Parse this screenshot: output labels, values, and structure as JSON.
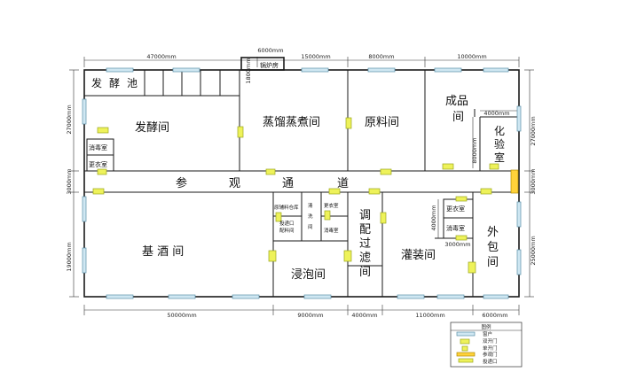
{
  "dimensions": {
    "top_1": "47000mm",
    "top_2": "6000mm",
    "top_2b": "1800mm",
    "top_3": "15000mm",
    "top_4": "8000mm",
    "top_5": "10000mm",
    "bottom_1": "50000mm",
    "bottom_2": "9000mm",
    "bottom_3": "4000mm",
    "bottom_4": "11000mm",
    "bottom_5": "6000mm",
    "left_1": "27000mm",
    "left_2": "3000mm",
    "left_3": "19000mm",
    "right_1": "27000mm",
    "right_2": "3000mm",
    "right_3": "25000mm",
    "inner_4000_top": "4000mm",
    "inner_8000": "8000mm",
    "inner_4000_mid": "4000mm",
    "inner_3000": "3000mm"
  },
  "rooms": {
    "boiler": "锅炉房",
    "ferment_pool": [
      "发",
      "酵",
      "池"
    ],
    "ferment_room": "发酵间",
    "disinfect_1": "消毒室",
    "changing_1": "更衣室",
    "distill": "蒸馏蒸煮间",
    "raw": "原料间",
    "product": [
      "成品",
      "间"
    ],
    "lab": [
      "化",
      "验",
      "室"
    ],
    "corridor": [
      "参",
      "观",
      "通",
      "道"
    ],
    "base_wine": "基 酒 间",
    "raw_store": "原辅料仓库",
    "pass_window": "投递口",
    "prep": "配料间",
    "clean": [
      "清",
      "洗",
      "间"
    ],
    "changing_2": "更衣室",
    "disinfect_2": "消毒室",
    "soak": "浸泡间",
    "blend": [
      "调",
      "配",
      "过",
      "滤",
      "间"
    ],
    "changing_3": "更衣室",
    "disinfect_3": "消毒室",
    "filling": "灌装间",
    "outer_pack": [
      "外",
      "包",
      "间"
    ]
  },
  "legend": {
    "title": "图例",
    "items": [
      "窗户",
      "双开门",
      "单开门",
      "参观门",
      "投递口"
    ]
  }
}
